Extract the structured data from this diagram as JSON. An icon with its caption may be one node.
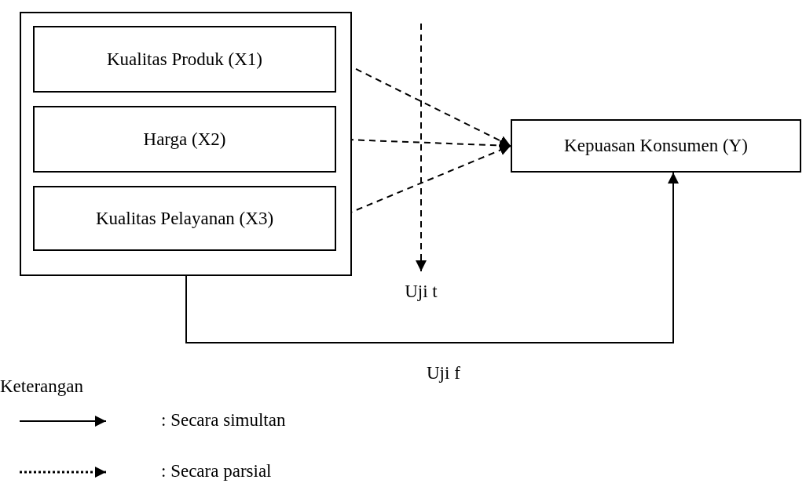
{
  "diagram": {
    "nodes": [
      {
        "text": [],
        "shape": "box"
      },
      {
        "text": [
          "Kualitas Produk (X1)"
        ],
        "in": 0
      },
      {
        "text": [
          "Harga (X2)"
        ],
        "in": 0
      },
      {
        "text": [
          "Kualitas Pelayanan (X3)"
        ],
        "in": 0
      },
      {
        "text": [
          "Kepuasan Konsumen (Y)"
        ]
      },
      {
        "text": [
          "Uji t"
        ]
      }
    ],
    "edges": [
      {
        "from": 1,
        "to": 4,
        "arrow": "to",
        "style": "dashed"
      },
      {
        "from": 2,
        "to": 4,
        "arrow": "to",
        "style": "dashed"
      },
      {
        "from": 3,
        "to": 4,
        "arrow": "to",
        "style": "dashed"
      },
      {
        "from": null,
        "to": 5,
        "arrow": "to",
        "style": "dashed"
      },
      {
        "from": 0,
        "to": 4,
        "arrow": "to",
        "label": "Uji f"
      }
    ],
    "labels": [
      "Keterangan"
    ],
    "legend": [
      {
        "text": ": Secara simultan"
      },
      {
        "text": ": Secara parsial"
      }
    ]
  }
}
